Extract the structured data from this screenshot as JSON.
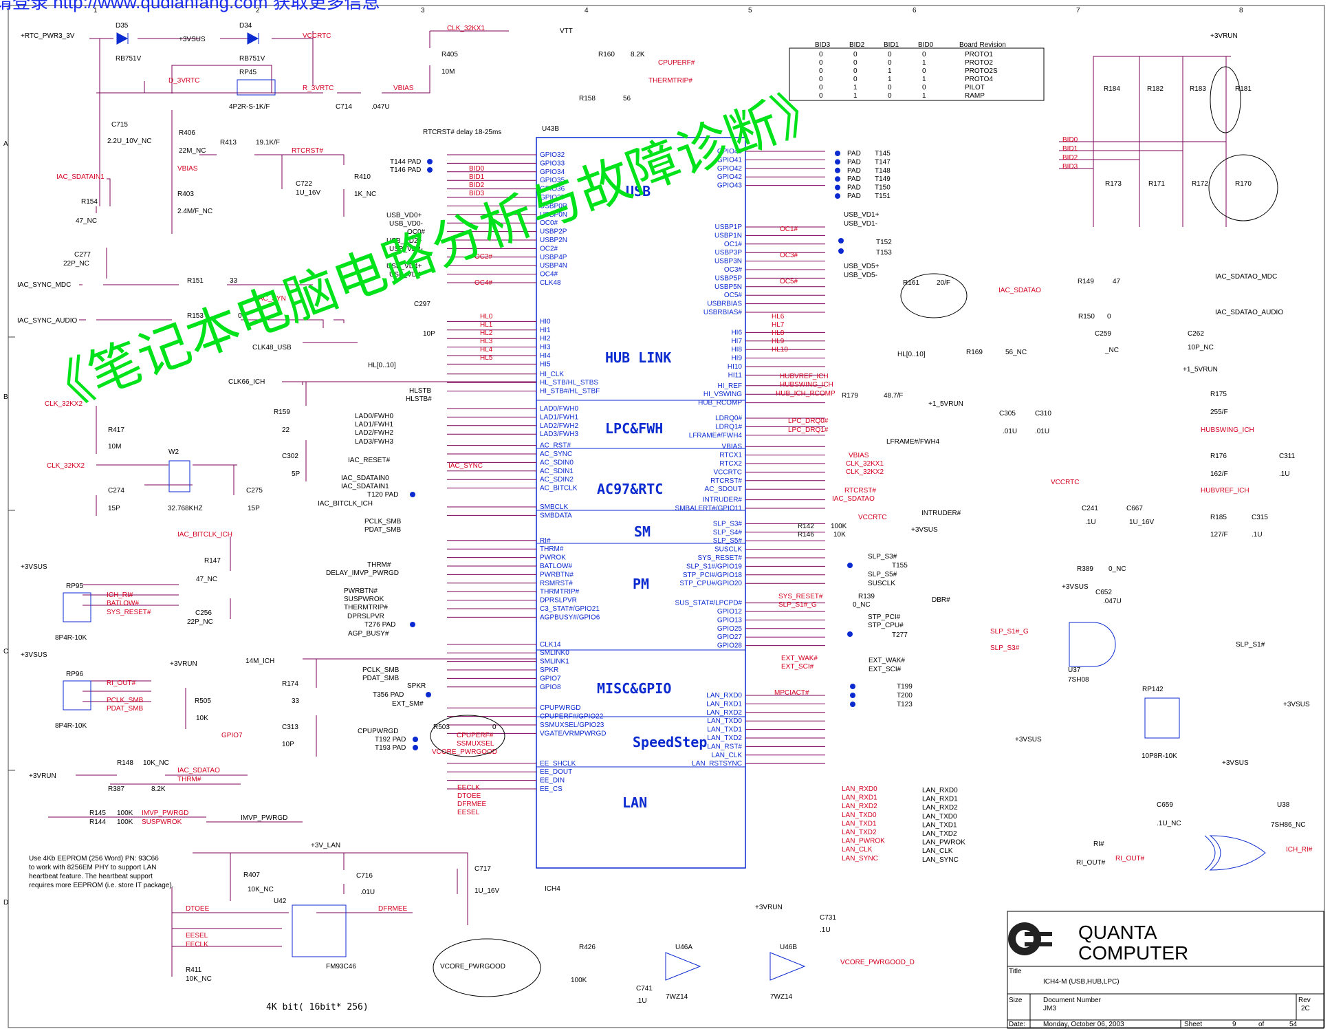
{
  "top_link": "请登录 http://www.qudianfang.com 获取更多信息",
  "watermark": "《笔记本电脑电路分析与故障诊断》",
  "chip": {
    "ref": "U43B",
    "name": "ICH4",
    "rtcrst_note": "RTCRST# delay 18-25ms",
    "blocks": [
      "USB",
      "HUB LINK",
      "LPC&FWH",
      "AC97&RTC",
      "SM",
      "PM",
      "MISC&GPIO",
      "SpeedStep",
      "LAN"
    ],
    "left_pins": [
      "GPIO32",
      "GPIO33",
      "GPIO34",
      "GPIO35",
      "GPIO36",
      "GPIO37",
      "USBP0P",
      "USBP0N",
      "OC0#",
      "USBP2P",
      "USBP2N",
      "OC2#",
      "USBP4P",
      "USBP4N",
      "OC4#",
      "CLK48",
      "HI0",
      "HI1",
      "HI2",
      "HI3",
      "HI4",
      "HI5",
      "HI_CLK",
      "HL_STB/HL_STBS",
      "HI_STB#/HL_STBF",
      "LAD0/FWH0",
      "LAD1/FWH1",
      "LAD2/FWH2",
      "LAD3/FWH3",
      "AC_RST#",
      "AC_SYNC",
      "AC_SDIN0",
      "AC_SDIN1",
      "AC_SDIN2",
      "AC_BITCLK",
      "SMBCLK",
      "SMBDATA",
      "RI#",
      "THRM#",
      "PWROK",
      "BATLOW#",
      "PWRBTN#",
      "RSMRST#",
      "THRMTRIP#",
      "DPRSLPVR",
      "C3_STAT#/GPIO21",
      "AGPBUSY#/GPIO6",
      "CLK14",
      "SMLINK0",
      "SMLINK1",
      "SPKR",
      "GPIO7",
      "GPIO8",
      "CPUPWRGD",
      "CPUPERF#/GPIO22",
      "SSMUXSEL/GPIO23",
      "VGATE/VRMPWRGD",
      "EE_SHCLK",
      "EE_DOUT",
      "EE_DIN",
      "EE_CS"
    ],
    "right_pins": [
      "GPIO40",
      "GPIO41",
      "GPIO42",
      "GPIO42",
      "GPIO43",
      "USBP1P",
      "USBP1N",
      "OC1#",
      "USBP3P",
      "USBP3N",
      "OC3#",
      "USBP5P",
      "USBP5N",
      "OC5#",
      "USBRBIAS",
      "USBRBIAS#",
      "HI6",
      "HI7",
      "HI8",
      "HI9",
      "HI10",
      "HI11",
      "HI_REF",
      "HI_VSWING",
      "HUB_RCOMP",
      "LDRQ0#",
      "LDRQ1#",
      "LFRAME#/FWH4",
      "VBIAS",
      "RTCX1",
      "RTCX2",
      "VCCRTC",
      "RTCRST#",
      "AC_SDOUT",
      "INTRUDER#",
      "SMBALERT#/GPIO11",
      "SLP_S3#",
      "SLP_S4#",
      "SLP_S5#",
      "SUSCLK",
      "SYS_RESET#",
      "SLP_S1#/GPIO19",
      "STP_PCI#/GPIO18",
      "STP_CPU#/GPIO20",
      "SUS_STAT#/LPCPD#",
      "GPIO12",
      "GPIO13",
      "GPIO25",
      "GPIO27",
      "GPIO28",
      "LAN_RXD0",
      "LAN_RXD1",
      "LAN_RXD2",
      "LAN_TXD0",
      "LAN_TXD1",
      "LAN_TXD2",
      "LAN_RST#",
      "LAN_CLK",
      "LAN_RSTSYNC"
    ]
  },
  "left_nets": {
    "usb": [
      "USB_VD0+",
      "USB_VD0-",
      "OC0#",
      "USB_VD2+",
      "USB_VD2-",
      "OC2#",
      "USB_VD4+",
      "USB_VD4-",
      "OC4#"
    ],
    "bid": [
      "BID0",
      "BID1",
      "BID2",
      "BID3"
    ],
    "pads_top": [
      "T144 PAD",
      "T146 PAD"
    ],
    "hl": [
      "HL0",
      "HL1",
      "HL2",
      "HL3",
      "HL4",
      "HL5"
    ],
    "hl_bus": "HL[0..10]",
    "clk66": "CLK66_ICH",
    "hlstb": [
      "HLSTB",
      "HLSTB#"
    ],
    "lad": [
      "LAD0/FWH0",
      "LAD1/FWH1",
      "LAD2/FWH2",
      "LAD3/FWH3"
    ],
    "ac": [
      "IAC_RESET#",
      "IAC_SYNC",
      "IAC_SDATAIN0",
      "IAC_SDATAIN1",
      "T120 PAD",
      "IAC_BITCLK_ICH"
    ],
    "smb": [
      "PCLK_SMB",
      "PDAT_SMB"
    ],
    "pm": [
      "THRM#",
      "DELAY_IMVP_PWRGD",
      "PWRBTN#",
      "SUSPWROK",
      "THERMTRIP#",
      "DPRSLPVR",
      "T276 PAD",
      "AGP_BUSY#"
    ],
    "misc": [
      "14M_ICH",
      "PCLK_SMB",
      "PDAT_SMB",
      "SPKR",
      "T356 PAD",
      "EXT_SM#"
    ],
    "speedstep": [
      "CPUPWRGD",
      "T192 PAD",
      "T193 PAD"
    ],
    "ee": [
      "EECLK",
      "DTOEE",
      "DFRMEE",
      "EESEL"
    ]
  },
  "right_nets": {
    "pads_top": [
      "T145",
      "T147",
      "T148",
      "T149",
      "T150",
      "T151"
    ],
    "usb": [
      "USB_VD1+",
      "USB_VD1-",
      "OC1#",
      "T152",
      "T153",
      "OC3#",
      "USB_VD5+",
      "USB_VD5-",
      "OC5#"
    ],
    "hl": [
      "HL6",
      "HL7",
      "HL8",
      "HL9",
      "HL10"
    ],
    "hub": [
      "HUBVREF_ICH",
      "HUBSWING_ICH",
      "HUB_ICH_RCOMP"
    ],
    "lpc": [
      "LPC_DRQ0#",
      "LPC_DRQ1#",
      "LFRAME#/FWH4"
    ],
    "rtc": [
      "VBIAS",
      "CLK_32KX1",
      "CLK_32KX2",
      "RTCRST#",
      "IAC_SDATAO",
      "VCCRTC",
      "INTRUDER#"
    ],
    "pm": [
      "SLP_S3#",
      "T155",
      "SLP_S5#",
      "SUSCLK",
      "SYS_RESET#",
      "SLP_S1#_G",
      "STP_PCI#",
      "STP_CPU#",
      "T277"
    ],
    "gpio": [
      "EXT_WAK#",
      "EXT_SCI#",
      "T199",
      "MPCIACT#",
      "T200",
      "T123"
    ],
    "lan": [
      "LAN_RXD0",
      "LAN_RXD1",
      "LAN_RXD2",
      "LAN_TXD0",
      "LAN_TXD1",
      "LAN_TXD2",
      "LAN_PWROK",
      "LAN_CLK",
      "LAN_SYNC"
    ]
  },
  "bid_table": {
    "headers": [
      "BID3",
      "BID2",
      "BID1",
      "BID0",
      "Board Revision"
    ],
    "rows": [
      [
        "0",
        "0",
        "0",
        "0",
        "PROTO1"
      ],
      [
        "0",
        "0",
        "0",
        "1",
        "PROTO2"
      ],
      [
        "0",
        "0",
        "1",
        "0",
        "PROTO2S"
      ],
      [
        "0",
        "0",
        "1",
        "1",
        "PROTO4"
      ],
      [
        "0",
        "1",
        "0",
        "0",
        "PILOT"
      ],
      [
        "0",
        "1",
        "0",
        "1",
        "RAMP"
      ]
    ]
  },
  "components": {
    "d35": "D35",
    "d35_part": "RB751V",
    "d34": "D34",
    "d34_part": "RB751V",
    "rtc_pwr": "+RTC_PWR3_3V",
    "v3vsus": "+3VSUS",
    "vccrtc": "VCCRTC",
    "d_3vrtc": "D_3VRTC",
    "r_3vrtc": "R_3VRTC",
    "rp45": "RP45",
    "rp45_part": "4P2R-S-1K/F",
    "c714": "C714",
    "c714_v": ".047U",
    "vbias": "VBIAS",
    "clk32x1": "CLK_32KX1",
    "r405": "R405",
    "r405_v": "10M",
    "c715": "C715",
    "c715_v": "2.2U_10V_NC",
    "r406": "R406",
    "r406_v": "22M_NC",
    "r413": "R413",
    "r413_v": "19.1K/F",
    "rtcrst": "RTCRST#",
    "c722": "C722",
    "c722_v": "1U_16V",
    "r410": "R410",
    "r410_v": "1K_NC",
    "r403": "R403",
    "r403_v": "2.4M/F_NC",
    "iac_sdatain1": "IAC_SDATAIN1",
    "r154": "R154",
    "r154_v": "47_NC",
    "c277": "C277",
    "c277_v": "22P_NC",
    "iac_sync_mdc": "IAC_SYNC_MDC",
    "iac_sync_audio": "IAC_SYNC_AUDIO",
    "r151": "R151",
    "r151_v": "33",
    "r153": "R153",
    "r153_v": "0",
    "iac_syn": "IAC_SYN",
    "c297": "C297",
    "c297_v": "10P",
    "clk48": "CLK48_USB",
    "clk32x2": "CLK_32KX2",
    "r417": "R417",
    "r417_v": "10M",
    "w2": "W2",
    "w2_v": "32.768KHZ",
    "c274": "C274",
    "c274_v": "15P",
    "c275": "C275",
    "c275_v": "15P",
    "r159": "R159",
    "r159_v": "22",
    "c302": "C302",
    "c302_v": "5P",
    "iac_bitclk": "IAC_BITCLK_ICH",
    "r147": "R147",
    "r147_v": "47_NC",
    "c256": "C256",
    "c256_v": "22P_NC",
    "rp95": "RP95",
    "rp95_part": "8P4R-10K",
    "rp95_nets": [
      "ICH_RI#",
      "BATLOW#",
      "SYS_RESET#"
    ],
    "rp96": "RP96",
    "rp96_part": "8P4R-10K",
    "rp96_nets": [
      "RI_OUT#",
      "PCLK_SMB",
      "PDAT_SMB"
    ],
    "v3vrun": "+3VRUN",
    "r505": "R505",
    "r505_v": "10K",
    "gpio7": "GPIO7",
    "r174": "R174",
    "r174_v": "33",
    "c313": "C313",
    "c313_v": "10P",
    "r503": "R503",
    "r503_v": "0",
    "cpuperf": "CPUPERF#",
    "ssmuxsel": "SSMUXSEL",
    "vcore_pwrgood": "VCORE_PWRGOOD",
    "r148": "R148",
    "r148_v": "10K_NC",
    "r387": "R387",
    "r387_v": "8.2K",
    "iac_sdatao": "IAC_SDATAO",
    "r145": "R145",
    "r145_v": "100K",
    "r144": "R144",
    "r144_v": "100K",
    "imvp_pwrgd": "IMVP_PWRGD",
    "suspwrok": "SUSPWROK",
    "vtt": "VTT",
    "r160": "R160",
    "r160_v": "8.2K",
    "r158": "R158",
    "r158_v": "56",
    "thermtrip": "THERMTRIP#",
    "r161": "R161",
    "r161_v": "20/F",
    "r169": "R169",
    "r169_v": "56_NC",
    "r179": "R179",
    "r179_v": "48.7/F",
    "v1_5run": "+1_5VRUN",
    "c305": "C305",
    "c305_v": ".01U",
    "c310": "C310",
    "c310_v": ".01U",
    "r175": "R175",
    "r175_v": "255/F",
    "r176": "R176",
    "r176_v": "162/F",
    "c311": "C311",
    "c311_v": ".1U",
    "r185": "R185",
    "r185_v": "127/F",
    "c315": "C315",
    "c315_v": ".1U",
    "c241": "C241",
    "c241_v": ".1U",
    "c667": "C667",
    "c667_v": "1U_16V",
    "r142": "R142",
    "r142_v": "100K",
    "r146": "R146",
    "r146_v": "10K",
    "r149": "R149",
    "r149_v": "47",
    "r150": "R150",
    "r150_v": "0",
    "c259": "C259",
    "c259_v": "_NC",
    "c262": "C262",
    "c262_v": "10P_NC",
    "iac_sdatao_mdc": "IAC_SDATAO_MDC",
    "iac_sdatao_audio": "IAC_SDATAO_AUDIO",
    "r184": "R184",
    "r182": "R182",
    "r183": "R183",
    "r181": "R181",
    "r173": "R173",
    "r171": "R171",
    "r172": "R172",
    "r170": "R170",
    "r139": "R139",
    "r139_v": "0_NC",
    "dbr": "DBR#",
    "r389": "R389",
    "r389_v": "0_NC",
    "c652": "C652",
    "c652_v": ".047U",
    "u37": "U37",
    "u37_part": "7SH08",
    "slp_s1": "SLP_S1#",
    "slp_s3": "SLP_S3#",
    "rp142": "RP142",
    "rp142_part": "10P8R-10K",
    "c659": "C659",
    "c659_v": ".1U_NC",
    "u38": "U38",
    "u38_part": "7SH86_NC",
    "ri": "RI#",
    "ri_out": "RI_OUT#",
    "ich_ri": "ICH_RI#",
    "v3v_lan": "+3V_LAN",
    "c716": "C716",
    "c716_v": ".01U",
    "c717": "C717",
    "c717_v": "1U_16V",
    "r407": "R407",
    "r407_v": "10K_NC",
    "u42": "U42",
    "u42_part": "FM93C46",
    "r411": "R411",
    "r411_v": "10K_NC",
    "eeprom_note": [
      "Use 4Kb EEPROM (256 Word) PN: 93C66",
      "to work with 8256EM PHY to support LAN",
      "heartbeat feature. The heartbeat support",
      "requires more EEPROM (i.e. store IT package)."
    ],
    "eeprom_size": "4K bit( 16bit* 256)",
    "u46a": "U46A",
    "u46b": "U46B",
    "u46_part": "7WZ14",
    "r426": "R426",
    "r426_v": "100K",
    "c741": "C741",
    "c741_v": ".1U",
    "c731": "C731",
    "c731_v": ".1U",
    "vcore_pwrgood_d": "VCORE_PWRGOOD_D"
  },
  "title_block": {
    "company": [
      "QUANTA",
      "COMPUTER"
    ],
    "title_label": "Title",
    "title": "ICH4-M (USB,HUB,LPC)",
    "size_label": "Size",
    "doc_label": "Document Number",
    "doc": "JM3",
    "rev_label": "Rev",
    "rev": "2C",
    "date_label": "Date:",
    "date": "Monday, October 06, 2003",
    "sheet_label": "Sheet",
    "sheet": "9",
    "of_label": "of",
    "of": "54"
  },
  "border": {
    "cols": [
      "1",
      "2",
      "3",
      "4",
      "5",
      "6",
      "7",
      "8"
    ],
    "rows": [
      "A",
      "B",
      "C",
      "D"
    ]
  },
  "colors": {
    "net_red": "#d4001f",
    "block_blue": "#0b2ad0",
    "watermark_green": "#00e31b",
    "wire": "#7a0055"
  }
}
